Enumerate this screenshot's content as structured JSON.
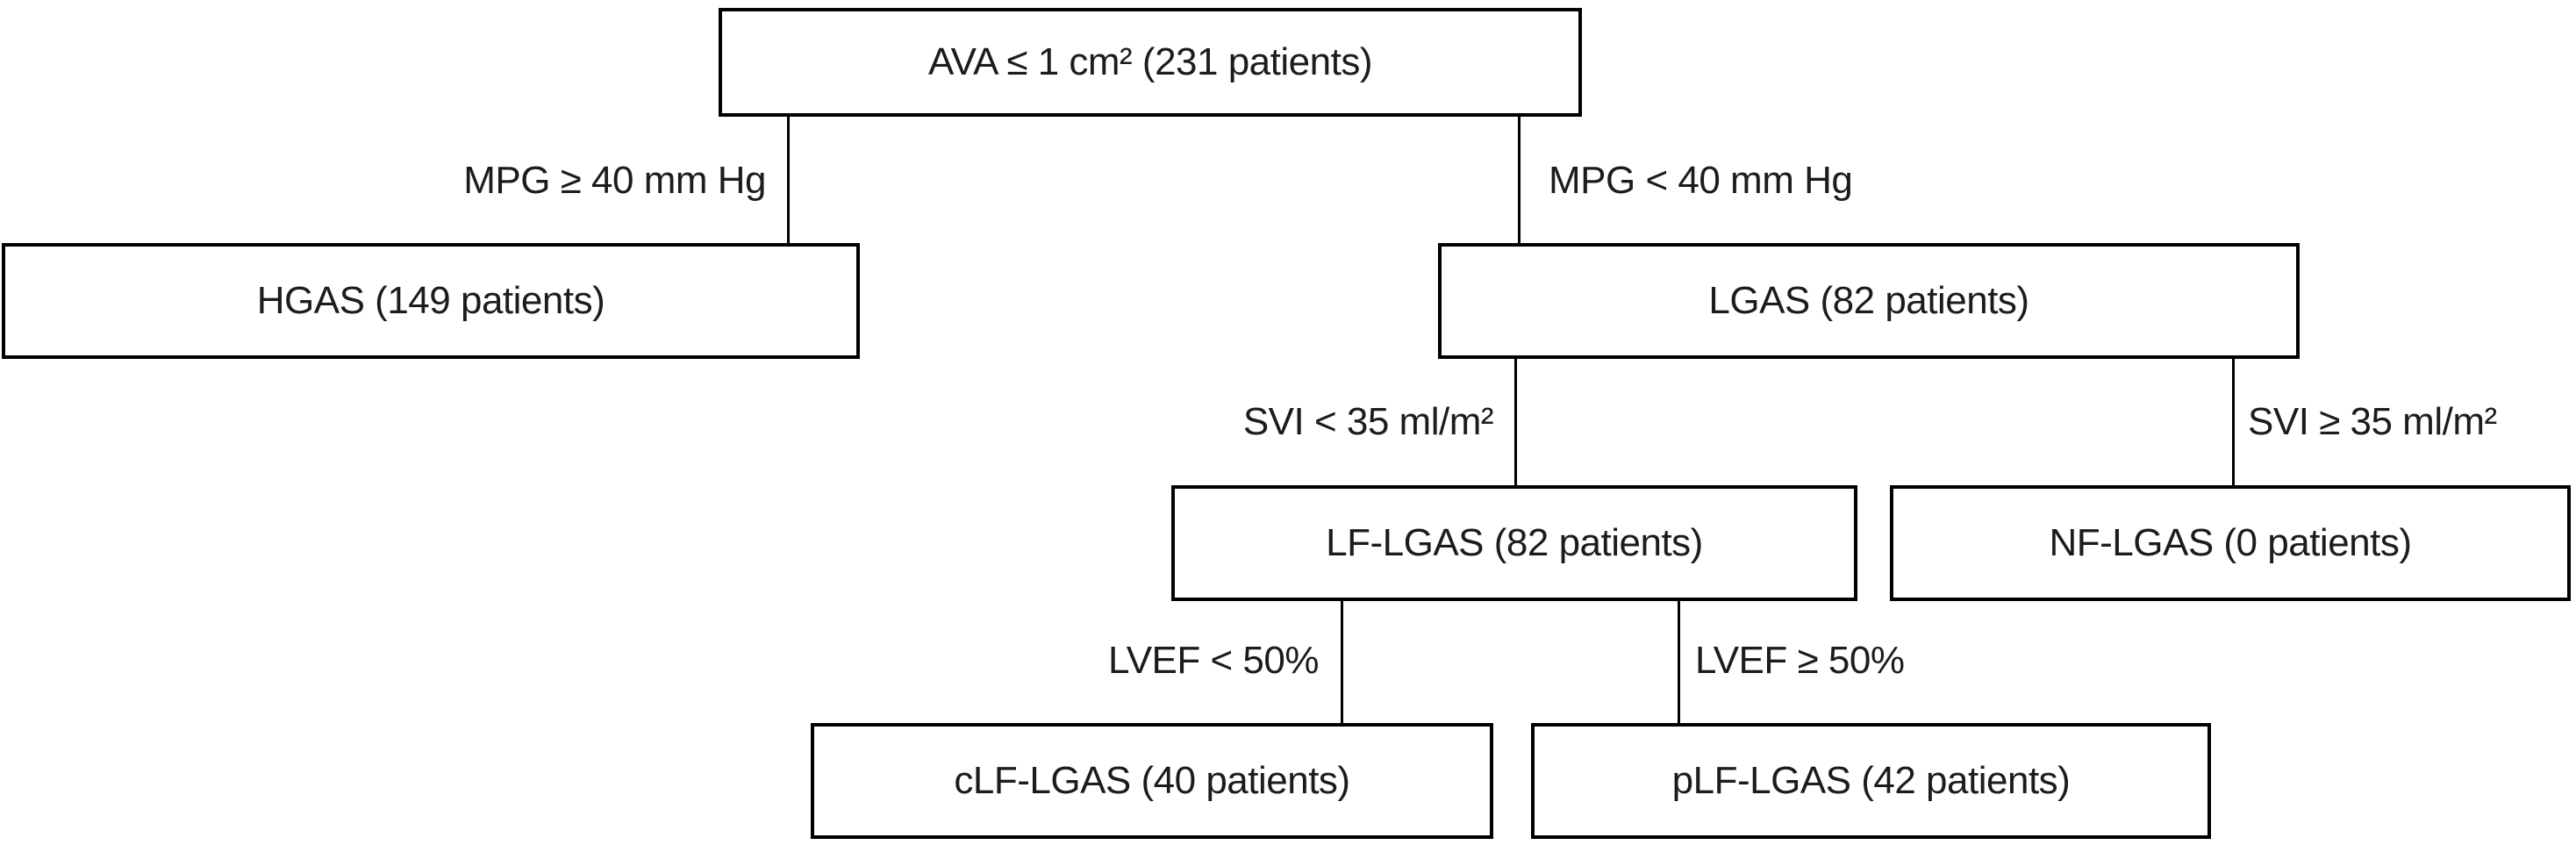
{
  "diagram": {
    "type": "patient-classification-flowchart",
    "colors": {
      "background": "#ffffff",
      "box_fill": "#ffffff",
      "box_border": "#000000",
      "line": "#000000",
      "text": "#1c1c1c"
    },
    "nodes": {
      "ava": {
        "label": "AVA ≤ 1 cm² (231 patients)",
        "patients": 231
      },
      "hgas": {
        "label": "HGAS (149 patients)",
        "patients": 149
      },
      "lgas": {
        "label": "LGAS (82 patients)",
        "patients": 82
      },
      "lf_lgas": {
        "label": "LF-LGAS (82 patients)",
        "patients": 82
      },
      "nf_lgas": {
        "label": "NF-LGAS (0 patients)",
        "patients": 0
      },
      "clf_lgas": {
        "label": "cLF-LGAS (40 patients)",
        "patients": 40
      },
      "plf_lgas": {
        "label": "pLF-LGAS (42 patients)",
        "patients": 42
      }
    },
    "edges": {
      "mpg_ge": {
        "label": "MPG ≥ 40 mm Hg",
        "from": "ava",
        "to": "hgas"
      },
      "mpg_lt": {
        "label": "MPG < 40 mm Hg",
        "from": "ava",
        "to": "lgas"
      },
      "svi_lt": {
        "label": "SVI < 35 ml/m²",
        "from": "lgas",
        "to": "lf_lgas"
      },
      "svi_ge": {
        "label": "SVI ≥ 35 ml/m²",
        "from": "lgas",
        "to": "nf_lgas"
      },
      "lvef_lt": {
        "label": "LVEF < 50%",
        "from": "lf_lgas",
        "to": "clf_lgas"
      },
      "lvef_ge": {
        "label": "LVEF ≥ 50%",
        "from": "lf_lgas",
        "to": "plf_lgas"
      }
    }
  }
}
